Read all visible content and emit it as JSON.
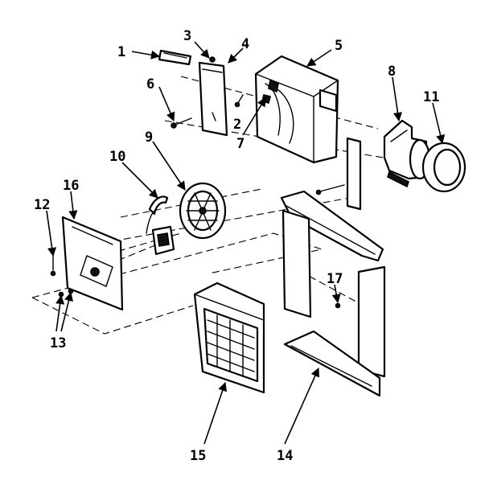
{
  "callouts": {
    "c1": "1",
    "c2": "2",
    "c3": "3",
    "c4": "4",
    "c5": "5",
    "c6": "6",
    "c7": "7",
    "c8": "8",
    "c9": "9",
    "c10": "10",
    "c11": "11",
    "c12": "12",
    "c13": "13",
    "c14": "14",
    "c15": "15",
    "c16": "16",
    "c17": "17"
  },
  "colors": {
    "ink": "#000000",
    "paper": "#ffffff"
  }
}
